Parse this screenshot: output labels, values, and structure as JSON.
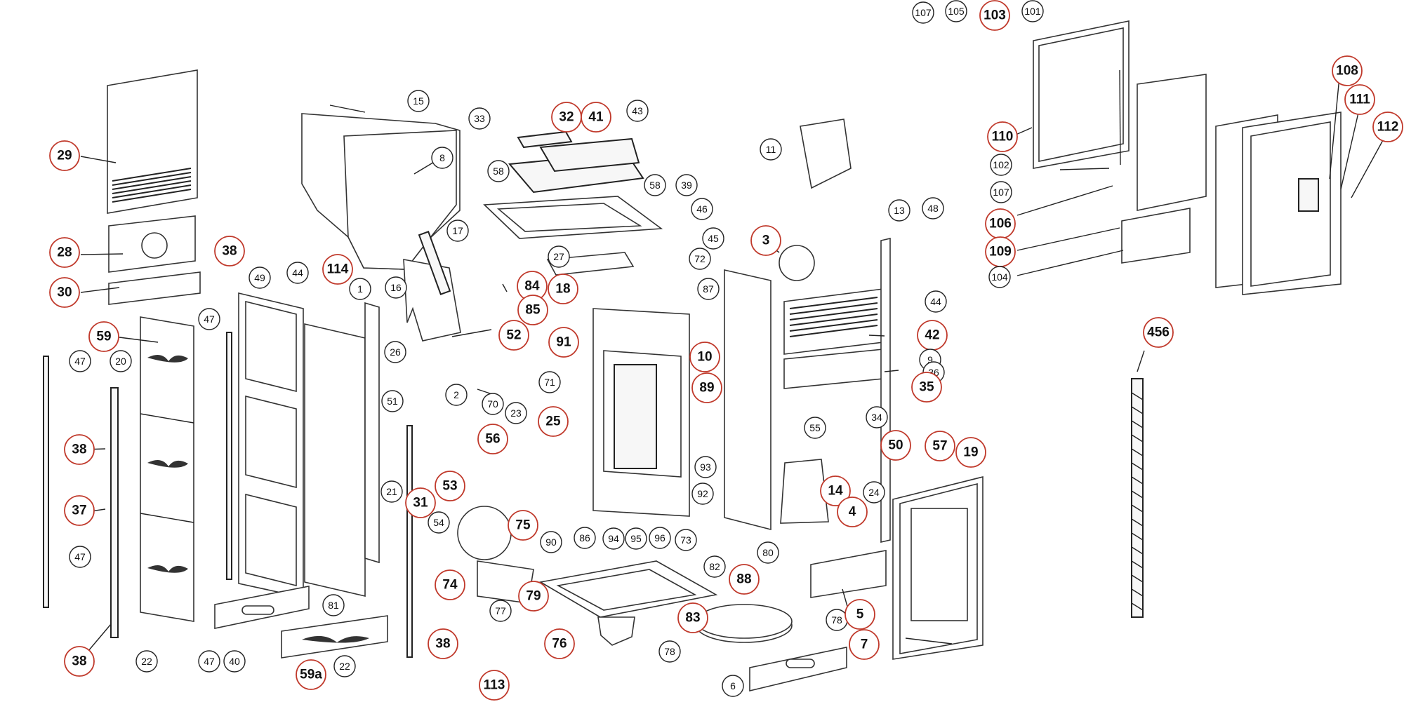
{
  "colors": {
    "line": "#222222",
    "callout_red": "#c0392b",
    "background": "#ffffff"
  },
  "callouts": [
    {
      "label": "29",
      "red": true
    },
    {
      "label": "28",
      "red": true
    },
    {
      "label": "30",
      "red": true
    },
    {
      "label": "59",
      "red": true
    },
    {
      "label": "20",
      "red": false
    },
    {
      "label": "47",
      "red": false
    },
    {
      "label": "47",
      "red": false
    },
    {
      "label": "47",
      "red": false
    },
    {
      "label": "47",
      "red": false
    },
    {
      "label": "38",
      "red": true
    },
    {
      "label": "38",
      "red": true
    },
    {
      "label": "38",
      "red": true
    },
    {
      "label": "38",
      "red": true
    },
    {
      "label": "37",
      "red": true
    },
    {
      "label": "22",
      "red": false
    },
    {
      "label": "22",
      "red": false
    },
    {
      "label": "40",
      "red": false
    },
    {
      "label": "59a",
      "red": true
    },
    {
      "label": "49",
      "red": false
    },
    {
      "label": "44",
      "red": false
    },
    {
      "label": "44",
      "red": false
    },
    {
      "label": "15",
      "red": false
    },
    {
      "label": "8",
      "red": false
    },
    {
      "label": "114",
      "red": true
    },
    {
      "label": "1",
      "red": false
    },
    {
      "label": "16",
      "red": false
    },
    {
      "label": "17",
      "red": false
    },
    {
      "label": "26",
      "red": false
    },
    {
      "label": "2",
      "red": false
    },
    {
      "label": "52",
      "red": true
    },
    {
      "label": "51",
      "red": false
    },
    {
      "label": "21",
      "red": false
    },
    {
      "label": "31",
      "red": true
    },
    {
      "label": "53",
      "red": true
    },
    {
      "label": "54",
      "red": false
    },
    {
      "label": "56",
      "red": true
    },
    {
      "label": "75",
      "red": true
    },
    {
      "label": "74",
      "red": true
    },
    {
      "label": "77",
      "red": false
    },
    {
      "label": "81",
      "red": false
    },
    {
      "label": "113",
      "red": true
    },
    {
      "label": "33",
      "red": false
    },
    {
      "label": "32",
      "red": true
    },
    {
      "label": "41",
      "red": true
    },
    {
      "label": "43",
      "red": false
    },
    {
      "label": "58",
      "red": false
    },
    {
      "label": "58",
      "red": false
    },
    {
      "label": "39",
      "red": false
    },
    {
      "label": "46",
      "red": false
    },
    {
      "label": "45",
      "red": false
    },
    {
      "label": "27",
      "red": false
    },
    {
      "label": "84",
      "red": true
    },
    {
      "label": "18",
      "red": true
    },
    {
      "label": "85",
      "red": true
    },
    {
      "label": "72",
      "red": false
    },
    {
      "label": "87",
      "red": false
    },
    {
      "label": "91",
      "red": true
    },
    {
      "label": "10",
      "red": true
    },
    {
      "label": "89",
      "red": true
    },
    {
      "label": "71",
      "red": false
    },
    {
      "label": "70",
      "red": false
    },
    {
      "label": "23",
      "red": false
    },
    {
      "label": "25",
      "red": true
    },
    {
      "label": "93",
      "red": false
    },
    {
      "label": "92",
      "red": false
    },
    {
      "label": "90",
      "red": false
    },
    {
      "label": "86",
      "red": false
    },
    {
      "label": "94",
      "red": false
    },
    {
      "label": "95",
      "red": false
    },
    {
      "label": "96",
      "red": false
    },
    {
      "label": "73",
      "red": false
    },
    {
      "label": "82",
      "red": false
    },
    {
      "label": "88",
      "red": true
    },
    {
      "label": "79",
      "red": true
    },
    {
      "label": "83",
      "red": true
    },
    {
      "label": "76",
      "red": true
    },
    {
      "label": "78",
      "red": false
    },
    {
      "label": "78",
      "red": false
    },
    {
      "label": "6",
      "red": false
    },
    {
      "label": "80",
      "red": false
    },
    {
      "label": "11",
      "red": false
    },
    {
      "label": "3",
      "red": true
    },
    {
      "label": "13",
      "red": false
    },
    {
      "label": "48",
      "red": false
    },
    {
      "label": "42",
      "red": true
    },
    {
      "label": "9",
      "red": false
    },
    {
      "label": "36",
      "red": false
    },
    {
      "label": "35",
      "red": true
    },
    {
      "label": "34",
      "red": false
    },
    {
      "label": "55",
      "red": false
    },
    {
      "label": "50",
      "red": true
    },
    {
      "label": "57",
      "red": true
    },
    {
      "label": "19",
      "red": true
    },
    {
      "label": "24",
      "red": false
    },
    {
      "label": "14",
      "red": true
    },
    {
      "label": "4",
      "red": true
    },
    {
      "label": "5",
      "red": true
    },
    {
      "label": "7",
      "red": true
    },
    {
      "label": "110",
      "red": true
    },
    {
      "label": "102",
      "red": false
    },
    {
      "label": "107",
      "red": false
    },
    {
      "label": "107",
      "red": false
    },
    {
      "label": "105",
      "red": false
    },
    {
      "label": "103",
      "red": true
    },
    {
      "label": "101",
      "red": false
    },
    {
      "label": "108",
      "red": true
    },
    {
      "label": "111",
      "red": true
    },
    {
      "label": "112",
      "red": true
    },
    {
      "label": "106",
      "red": true
    },
    {
      "label": "109",
      "red": true
    },
    {
      "label": "104",
      "red": false
    },
    {
      "label": "456",
      "red": true
    }
  ]
}
